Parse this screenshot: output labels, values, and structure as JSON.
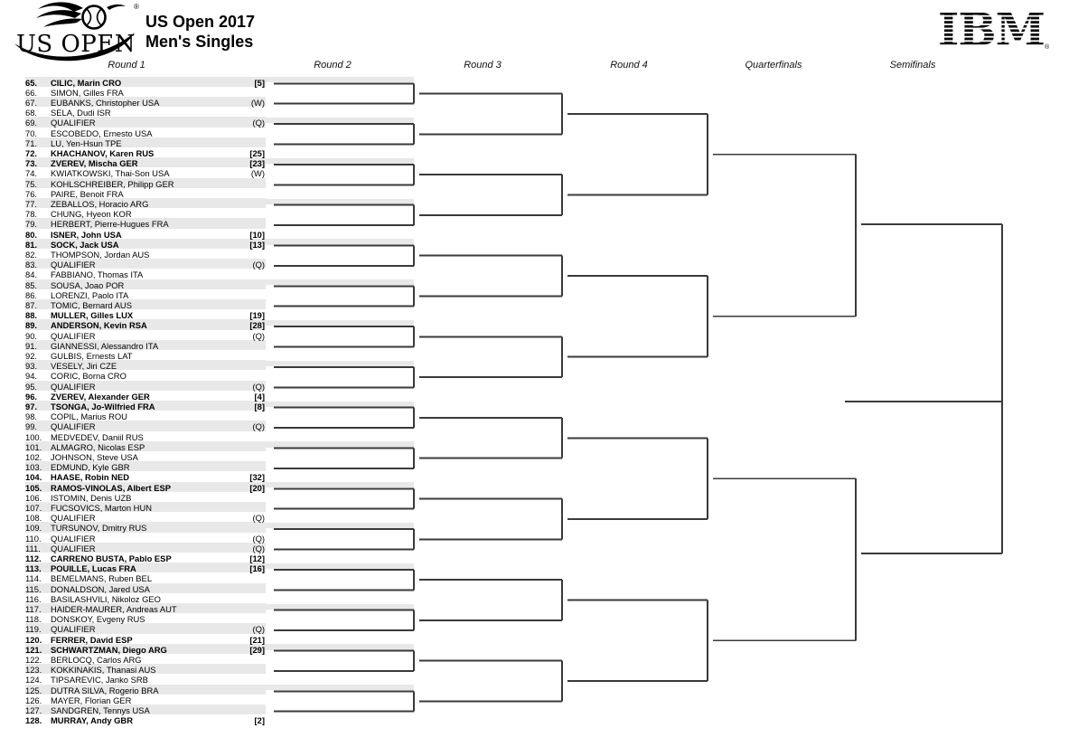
{
  "header": {
    "logo_text": "US OPEN",
    "registered_mark": "®",
    "title_line1": "US Open 2017",
    "title_line2": "Men's Singles",
    "sponsor": "IBM"
  },
  "columns": [
    "Round 1",
    "Round 2",
    "Round 3",
    "Round 4",
    "Quarterfinals",
    "Semifinals"
  ],
  "colors": {
    "band": "#e8e8e8",
    "line": "#3a3a3a",
    "text": "#000000"
  },
  "players": [
    {
      "n": "65.",
      "name": "CILIC, Marin CRO",
      "tag": "[5]",
      "seeded": true
    },
    {
      "n": "66.",
      "name": "SIMON, Gilles FRA",
      "tag": "",
      "seeded": false
    },
    {
      "n": "67.",
      "name": "EUBANKS, Christopher USA",
      "tag": "(W)",
      "seeded": false
    },
    {
      "n": "68.",
      "name": "SELA, Dudi ISR",
      "tag": "",
      "seeded": false
    },
    {
      "n": "69.",
      "name": "QUALIFIER",
      "tag": "(Q)",
      "seeded": false
    },
    {
      "n": "70.",
      "name": "ESCOBEDO, Ernesto USA",
      "tag": "",
      "seeded": false
    },
    {
      "n": "71.",
      "name": "LU, Yen-Hsun TPE",
      "tag": "",
      "seeded": false
    },
    {
      "n": "72.",
      "name": "KHACHANOV, Karen RUS",
      "tag": "[25]",
      "seeded": true
    },
    {
      "n": "73.",
      "name": "ZVEREV, Mischa GER",
      "tag": "[23]",
      "seeded": true
    },
    {
      "n": "74.",
      "name": "KWIATKOWSKI, Thai-Son USA",
      "tag": "(W)",
      "seeded": false
    },
    {
      "n": "75.",
      "name": "KOHLSCHREIBER, Philipp GER",
      "tag": "",
      "seeded": false
    },
    {
      "n": "76.",
      "name": "PAIRE, Benoit FRA",
      "tag": "",
      "seeded": false
    },
    {
      "n": "77.",
      "name": "ZEBALLOS, Horacio ARG",
      "tag": "",
      "seeded": false
    },
    {
      "n": "78.",
      "name": "CHUNG, Hyeon KOR",
      "tag": "",
      "seeded": false
    },
    {
      "n": "79.",
      "name": "HERBERT, Pierre-Hugues FRA",
      "tag": "",
      "seeded": false
    },
    {
      "n": "80.",
      "name": "ISNER, John USA",
      "tag": "[10]",
      "seeded": true
    },
    {
      "n": "81.",
      "name": "SOCK, Jack USA",
      "tag": "[13]",
      "seeded": true
    },
    {
      "n": "82.",
      "name": "THOMPSON, Jordan AUS",
      "tag": "",
      "seeded": false
    },
    {
      "n": "83.",
      "name": "QUALIFIER",
      "tag": "(Q)",
      "seeded": false
    },
    {
      "n": "84.",
      "name": "FABBIANO, Thomas ITA",
      "tag": "",
      "seeded": false
    },
    {
      "n": "85.",
      "name": "SOUSA, Joao POR",
      "tag": "",
      "seeded": false
    },
    {
      "n": "86.",
      "name": "LORENZI, Paolo ITA",
      "tag": "",
      "seeded": false
    },
    {
      "n": "87.",
      "name": "TOMIC, Bernard AUS",
      "tag": "",
      "seeded": false
    },
    {
      "n": "88.",
      "name": "MULLER, Gilles LUX",
      "tag": "[19]",
      "seeded": true
    },
    {
      "n": "89.",
      "name": "ANDERSON, Kevin RSA",
      "tag": "[28]",
      "seeded": true
    },
    {
      "n": "90.",
      "name": "QUALIFIER",
      "tag": "(Q)",
      "seeded": false
    },
    {
      "n": "91.",
      "name": "GIANNESSI, Alessandro ITA",
      "tag": "",
      "seeded": false
    },
    {
      "n": "92.",
      "name": "GULBIS, Ernests LAT",
      "tag": "",
      "seeded": false
    },
    {
      "n": "93.",
      "name": "VESELY, Jiri CZE",
      "tag": "",
      "seeded": false
    },
    {
      "n": "94.",
      "name": "CORIC, Borna CRO",
      "tag": "",
      "seeded": false
    },
    {
      "n": "95.",
      "name": "QUALIFIER",
      "tag": "(Q)",
      "seeded": false
    },
    {
      "n": "96.",
      "name": "ZVEREV, Alexander GER",
      "tag": "[4]",
      "seeded": true
    },
    {
      "n": "97.",
      "name": "TSONGA, Jo-Wilfried FRA",
      "tag": "[8]",
      "seeded": true
    },
    {
      "n": "98.",
      "name": "COPIL, Marius ROU",
      "tag": "",
      "seeded": false
    },
    {
      "n": "99.",
      "name": "QUALIFIER",
      "tag": "(Q)",
      "seeded": false
    },
    {
      "n": "100.",
      "name": "MEDVEDEV, Daniil RUS",
      "tag": "",
      "seeded": false
    },
    {
      "n": "101.",
      "name": "ALMAGRO, Nicolas ESP",
      "tag": "",
      "seeded": false
    },
    {
      "n": "102.",
      "name": "JOHNSON, Steve USA",
      "tag": "",
      "seeded": false
    },
    {
      "n": "103.",
      "name": "EDMUND, Kyle GBR",
      "tag": "",
      "seeded": false
    },
    {
      "n": "104.",
      "name": "HAASE, Robin NED",
      "tag": "[32]",
      "seeded": true
    },
    {
      "n": "105.",
      "name": "RAMOS-VINOLAS, Albert ESP",
      "tag": "[20]",
      "seeded": true
    },
    {
      "n": "106.",
      "name": "ISTOMIN, Denis UZB",
      "tag": "",
      "seeded": false
    },
    {
      "n": "107.",
      "name": "FUCSOVICS, Marton HUN",
      "tag": "",
      "seeded": false
    },
    {
      "n": "108.",
      "name": "QUALIFIER",
      "tag": "(Q)",
      "seeded": false
    },
    {
      "n": "109.",
      "name": "TURSUNOV, Dmitry RUS",
      "tag": "",
      "seeded": false
    },
    {
      "n": "110.",
      "name": "QUALIFIER",
      "tag": "(Q)",
      "seeded": false
    },
    {
      "n": "111.",
      "name": "QUALIFIER",
      "tag": "(Q)",
      "seeded": false
    },
    {
      "n": "112.",
      "name": "CARRENO BUSTA, Pablo ESP",
      "tag": "[12]",
      "seeded": true
    },
    {
      "n": "113.",
      "name": "POUILLE, Lucas FRA",
      "tag": "[16]",
      "seeded": true
    },
    {
      "n": "114.",
      "name": "BEMELMANS, Ruben BEL",
      "tag": "",
      "seeded": false
    },
    {
      "n": "115.",
      "name": "DONALDSON, Jared USA",
      "tag": "",
      "seeded": false
    },
    {
      "n": "116.",
      "name": "BASILASHVILI, Nikoloz GEO",
      "tag": "",
      "seeded": false
    },
    {
      "n": "117.",
      "name": "HAIDER-MAURER, Andreas AUT",
      "tag": "",
      "seeded": false
    },
    {
      "n": "118.",
      "name": "DONSKOY, Evgeny RUS",
      "tag": "",
      "seeded": false
    },
    {
      "n": "119.",
      "name": "QUALIFIER",
      "tag": "(Q)",
      "seeded": false
    },
    {
      "n": "120.",
      "name": "FERRER, David ESP",
      "tag": "[21]",
      "seeded": true
    },
    {
      "n": "121.",
      "name": "SCHWARTZMAN, Diego ARG",
      "tag": "[29]",
      "seeded": true
    },
    {
      "n": "122.",
      "name": "BERLOCQ, Carlos ARG",
      "tag": "",
      "seeded": false
    },
    {
      "n": "123.",
      "name": "KOKKINAKIS, Thanasi AUS",
      "tag": "",
      "seeded": false
    },
    {
      "n": "124.",
      "name": "TIPSAREVIC, Janko SRB",
      "tag": "",
      "seeded": false
    },
    {
      "n": "125.",
      "name": "DUTRA SILVA, Rogerio BRA",
      "tag": "",
      "seeded": false
    },
    {
      "n": "126.",
      "name": "MAYER, Florian GER",
      "tag": "",
      "seeded": false
    },
    {
      "n": "127.",
      "name": "SANDGREN, Tennys USA",
      "tag": "",
      "seeded": false
    },
    {
      "n": "128.",
      "name": "MURRAY, Andy GBR",
      "tag": "[2]",
      "seeded": true
    }
  ]
}
